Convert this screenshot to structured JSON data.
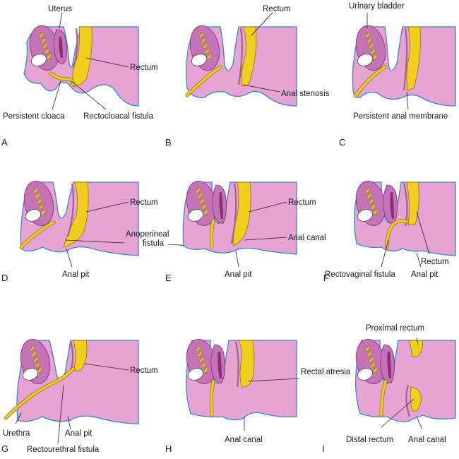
{
  "panels": [
    {
      "letter": "A",
      "labels": [
        "Uterus",
        "Rectum",
        "Persistent cloaca",
        "Rectocloacal fistula"
      ]
    },
    {
      "letter": "B",
      "labels": [
        "Rectum",
        "Anal stenosis"
      ]
    },
    {
      "letter": "C",
      "labels": [
        "Urinary bladder",
        "Persistent anal membrane"
      ]
    },
    {
      "letter": "D",
      "labels": [
        "Rectum",
        "Anal pit"
      ]
    },
    {
      "letter": "E",
      "labels": [
        "Rectum",
        "Anal canal",
        "Anal pit"
      ]
    },
    {
      "letter": "F",
      "labels": [
        "Rectum",
        "Rectovaginal fistula",
        "Anal pit"
      ]
    },
    {
      "letter": "G",
      "labels": [
        "Rectum",
        "Urethra",
        "Anal pit",
        "Rectourethral fistula"
      ]
    },
    {
      "letter": "H",
      "labels": [
        "Rectal atresia",
        "Anal canal"
      ]
    },
    {
      "letter": "I",
      "labels": [
        "Proximal rectum",
        "Distal rectum",
        "Anal canal"
      ]
    }
  ],
  "shared_labels": {
    "anoperineal_fistula": "Anoperineal fistula"
  },
  "colors": {
    "body": "#e6a3d3",
    "outline": "#3b86c8",
    "organ": "#c474b6",
    "rectum": "#f2cf1f"
  }
}
